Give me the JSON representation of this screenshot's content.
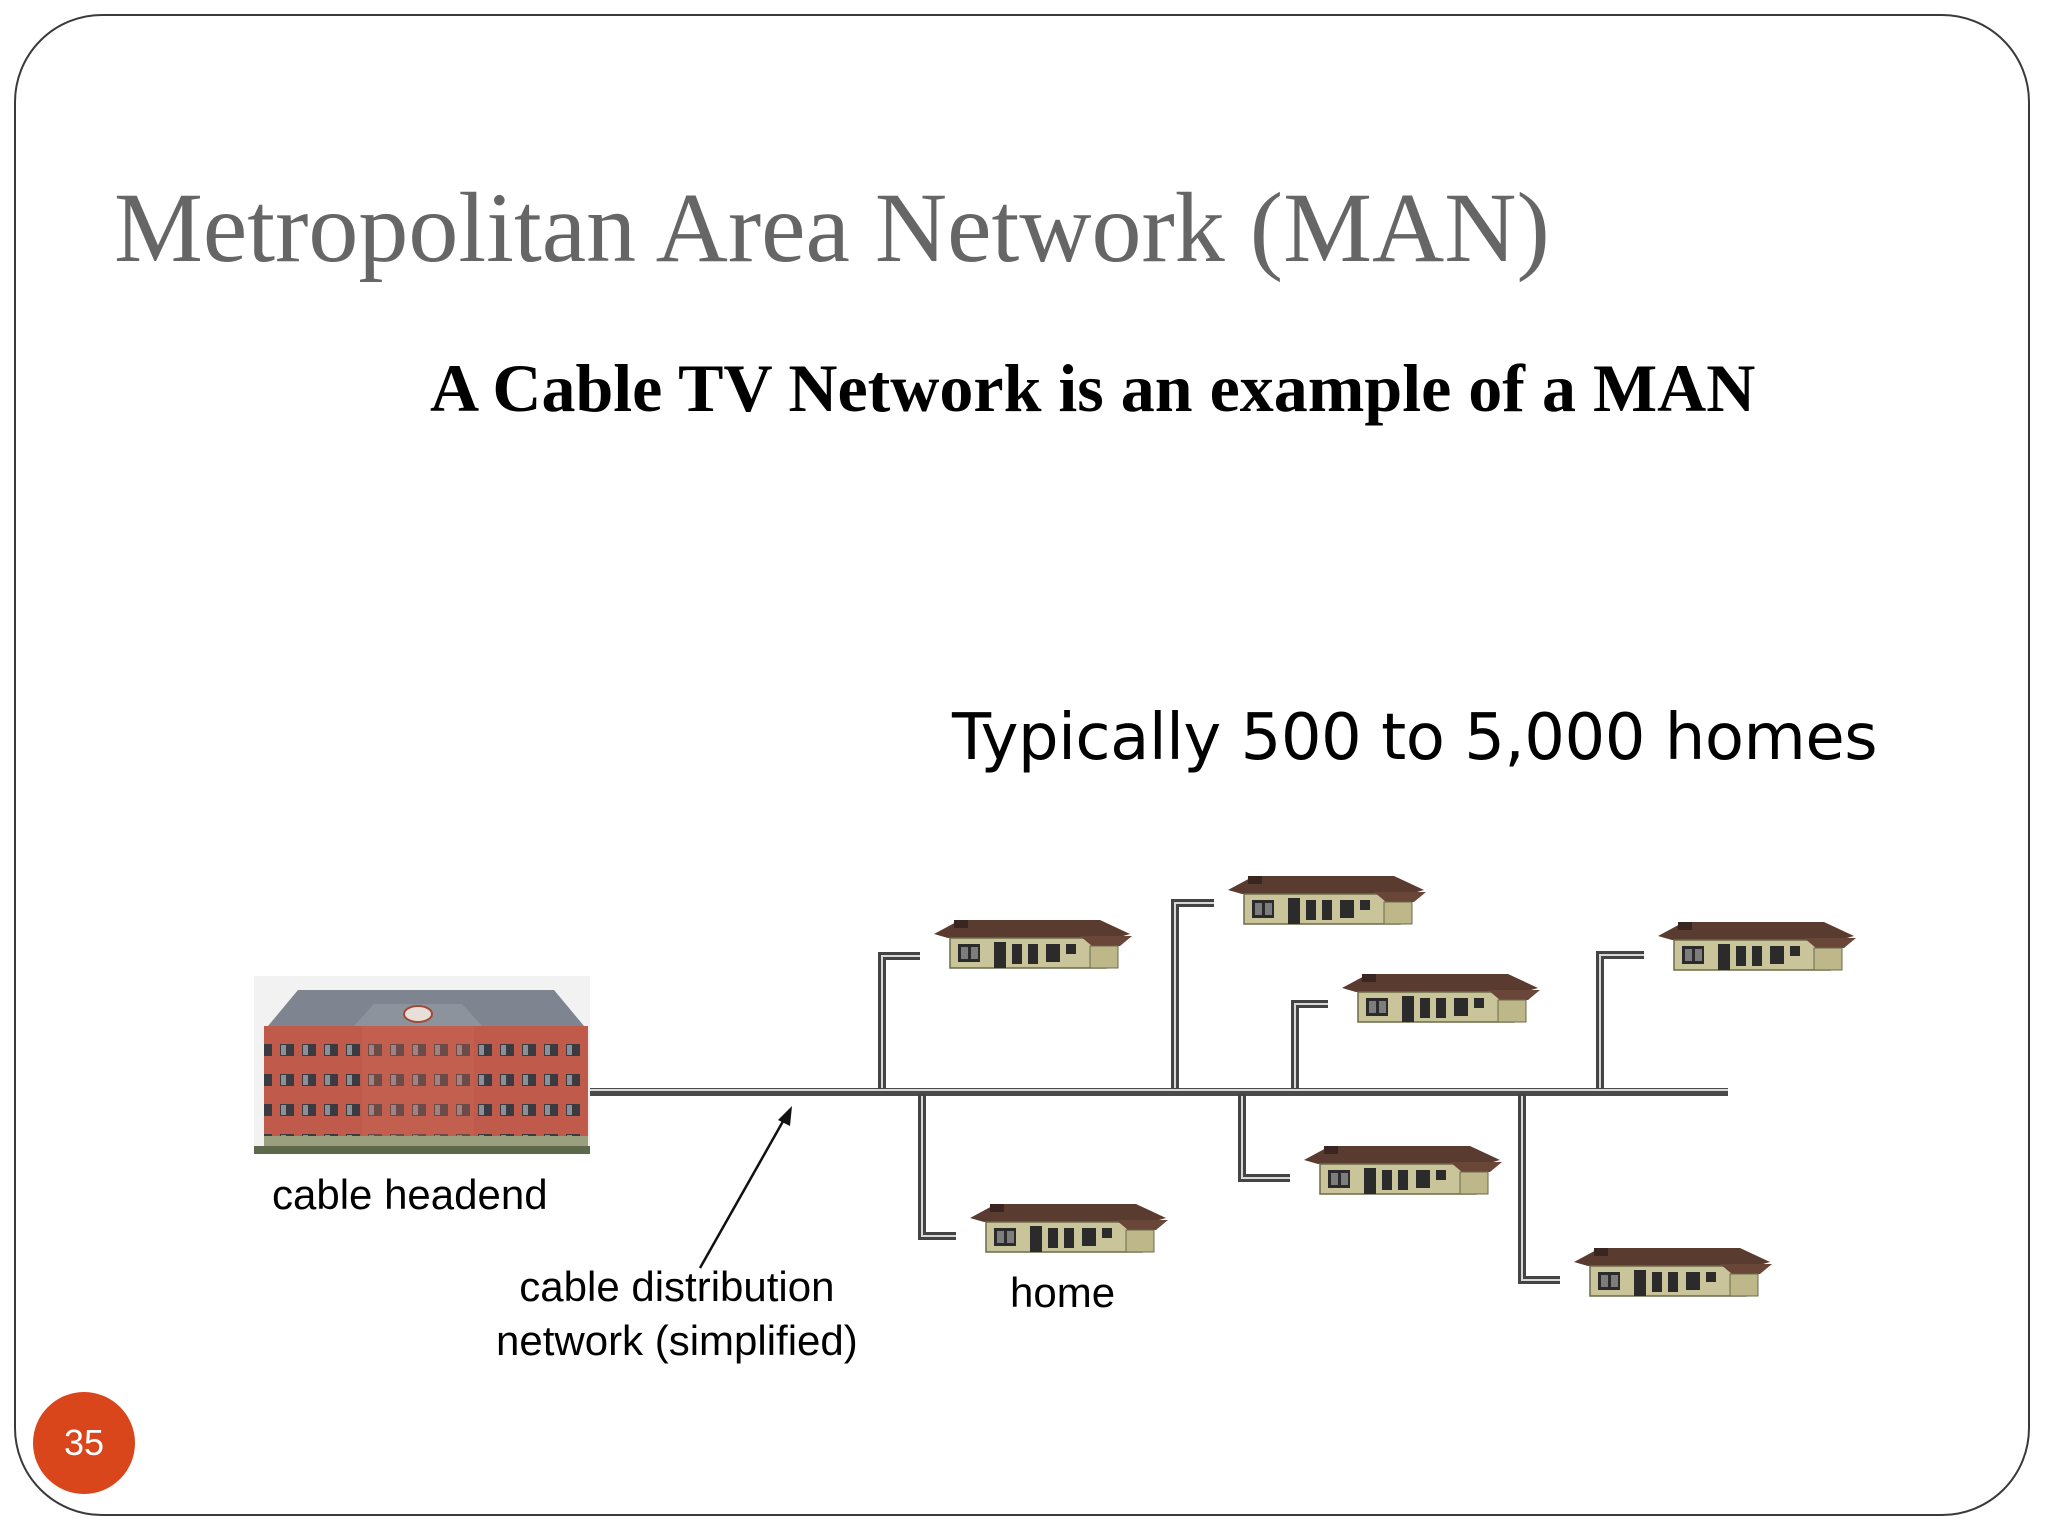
{
  "slide": {
    "title": "Metropolitan Area Network (MAN)",
    "subtitle": "A Cable TV Network is an example of a MAN",
    "page_number": "35"
  },
  "diagram": {
    "callout": "Typically 500 to 5,000 homes",
    "labels": {
      "headend": "cable headend",
      "home": "home",
      "distribution_line1": "cable distribution",
      "distribution_line2": "network (simplified)"
    },
    "icons": {
      "headend": "office-building-icon",
      "home": "house-icon"
    }
  },
  "colors": {
    "title": "#666666",
    "badge": "#d9461c",
    "cable": "#4a4a4a",
    "house_wall": "#c9c49a",
    "house_roof": "#5a3b30",
    "building_brick": "#c05a4a",
    "building_roof": "#7e8590"
  }
}
